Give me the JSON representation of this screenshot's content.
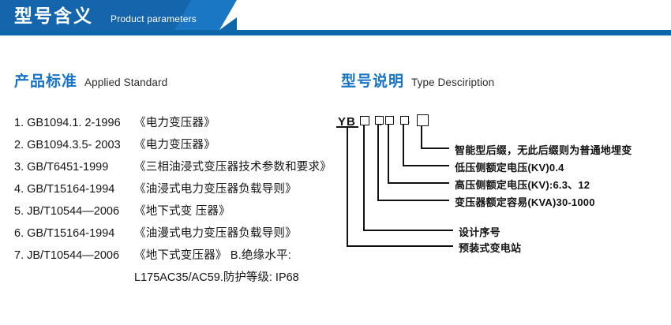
{
  "banner": {
    "title_cn": "型号含义",
    "title_en": "Product parameters",
    "color_dark": "#1565ad",
    "color_light": "#1a77c4",
    "color_bar": "#0f66ab"
  },
  "left_section": {
    "title_cn": "产品标准",
    "title_en": "Applied Standard",
    "title_color": "#1773c6",
    "items": [
      {
        "code": "1. GB1094.1. 2-1996",
        "desc": "《电力变压器》"
      },
      {
        "code": "2. GB1094.3.5- 2003",
        "desc": "《电力变压器》"
      },
      {
        "code": "3. GB/T6451-1999",
        "desc": "《三相油浸式变压器技术参数和要求》"
      },
      {
        "code": "4. GB/T15164-1994",
        "desc": "《油浸式电力变压器负载导则》"
      },
      {
        "code": "5. JB/T10544—2006",
        "desc": "《地下式变 压器》"
      },
      {
        "code": "6. GB/T15164-1994",
        "desc": "《油漫式电力变压器负载导则》"
      },
      {
        "code": "7. JB/T10544—2006",
        "desc": "《地下式变压器》 B.绝缘水平:"
      }
    ],
    "continuation": "L175AC35/AC59.防护等级: IP68"
  },
  "right_section": {
    "title_cn": "型号说明",
    "title_en": "Type Desciription",
    "title_color": "#1773c6",
    "model_code": {
      "prefix": "YB",
      "slash": "/",
      "dash": "-",
      "box_count": 5
    },
    "labels": [
      {
        "id": "smart-suffix",
        "text": "智能型后缀，无此后缀则为普通地埋变"
      },
      {
        "id": "lv-rated-voltage",
        "text": "低压侧额定电压(KV)0.4"
      },
      {
        "id": "hv-rated-voltage",
        "text": "高压侧额定电压(KV):6.3、12"
      },
      {
        "id": "rated-capacity",
        "text": "变压器额定容易(KVA)30-1000"
      },
      {
        "id": "design-serial",
        "text": "设计序号"
      },
      {
        "id": "substation-type",
        "text": "预装式变电站"
      }
    ]
  }
}
